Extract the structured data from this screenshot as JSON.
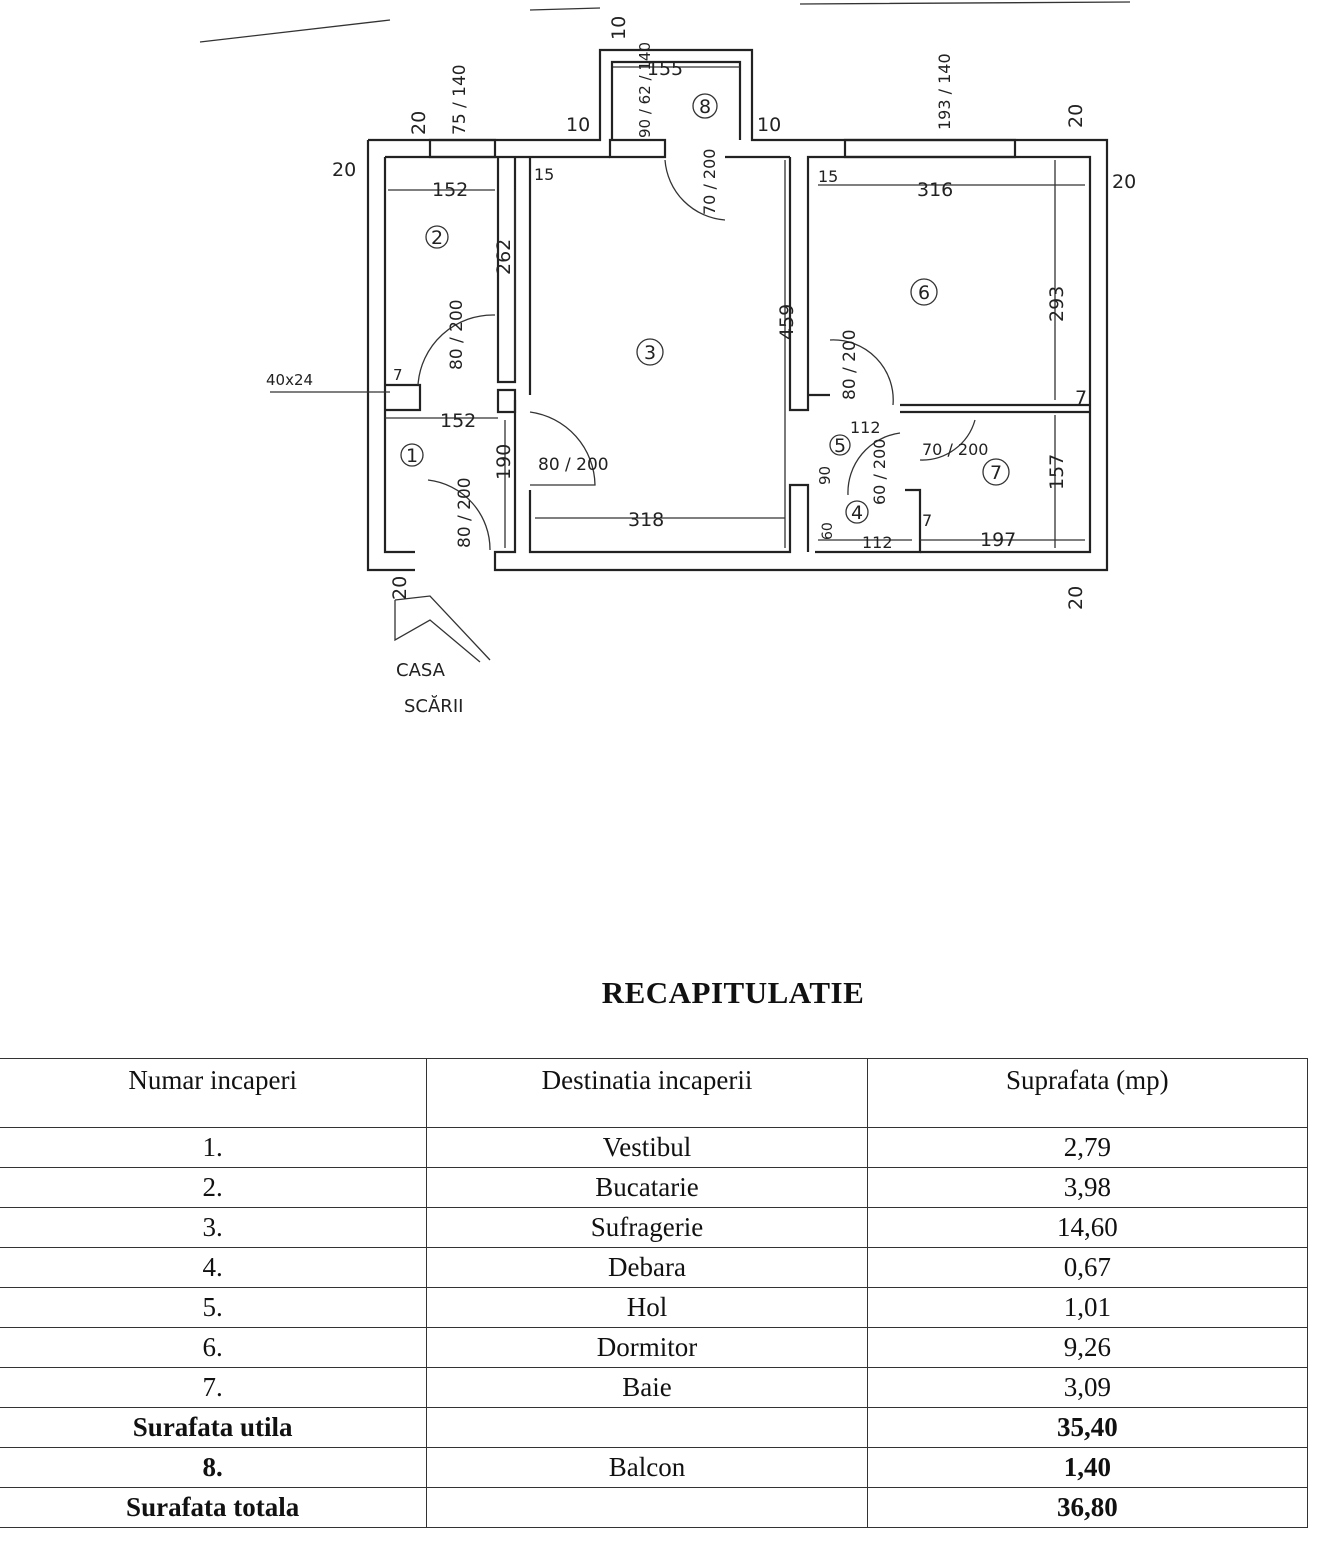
{
  "plan": {
    "room_numbers": [
      "1",
      "2",
      "3",
      "4",
      "5",
      "6",
      "7",
      "8"
    ],
    "dims": {
      "balcony_top": "10",
      "balcony_width": "155",
      "balcony_left_wall": "10",
      "balcony_right_wall": "10",
      "balcony_window": "90 / 62 / 140",
      "kitchen_top_wall": "20",
      "kitchen_window": "75 / 140",
      "left_wall": "20",
      "kitchen_width": "152",
      "kitchen_wall": "15",
      "kitchen_depth": "262",
      "balcony_door": "70 / 200",
      "living_depth": "459",
      "living_width": "318",
      "bedroom_wall": "15",
      "bedroom_width": "316",
      "bedroom_window": "193 / 140",
      "right_top_wall": "20",
      "right_wall": "20",
      "bedroom_depth": "293",
      "partition": "7",
      "kitchen_door": "80 / 200",
      "vent": "40x24",
      "vent_dim": "7",
      "hall_width": "152",
      "hall_depth": "190",
      "living_door": "80 / 200",
      "entrance_door": "80 / 200",
      "bedroom_door": "80 / 200",
      "hol_width": "112",
      "bath_door": "70 / 200",
      "pantry_door": "60 / 200",
      "hol_depth": "90",
      "pantry_depth": "60",
      "pantry_width": "112",
      "bath_wall": "7",
      "bath_width": "197",
      "bath_depth": "157",
      "bottom_left_wall": "20",
      "bottom_right_wall": "20"
    },
    "stairs_label_1": "CASA",
    "stairs_label_2": "SCĂRII"
  },
  "summary": {
    "title": "RECAPITULATIE",
    "headers": [
      "Numar incaperi",
      "Destinatia incaperii",
      "Suprafata (mp)"
    ],
    "rows": [
      {
        "num": "1.",
        "dest": "Vestibul",
        "area": "2,79",
        "bold": false
      },
      {
        "num": "2.",
        "dest": "Bucatarie",
        "area": "3,98",
        "bold": false
      },
      {
        "num": "3.",
        "dest": "Sufragerie",
        "area": "14,60",
        "bold": false
      },
      {
        "num": "4.",
        "dest": "Debara",
        "area": "0,67",
        "bold": false
      },
      {
        "num": "5.",
        "dest": "Hol",
        "area": "1,01",
        "bold": false
      },
      {
        "num": "6.",
        "dest": "Dormitor",
        "area": "9,26",
        "bold": false
      },
      {
        "num": "7.",
        "dest": "Baie",
        "area": "3,09",
        "bold": false
      },
      {
        "num": "Surafata utila",
        "dest": "",
        "area": "35,40",
        "bold": true
      },
      {
        "num": "8.",
        "dest": "Balcon",
        "area": "1,40",
        "bold": true
      },
      {
        "num": "Surafata totala",
        "dest": "",
        "area": "36,80",
        "bold": true
      }
    ]
  }
}
